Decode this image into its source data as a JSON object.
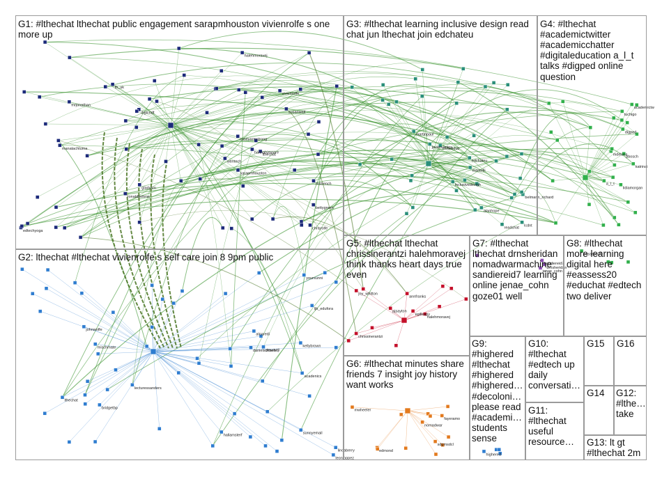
{
  "groups": [
    {
      "id": "G1",
      "label": "G1: #lthechat lthechat public engagement sarapmhouston vivienrolfe s one more up"
    },
    {
      "id": "G2",
      "label": "G2: lthechat #lthechat vivienrolfe s self care join 8 9pm public"
    },
    {
      "id": "G3",
      "label": "G3: #lthechat learning inclusive design read chat jun lthechat join edchateu"
    },
    {
      "id": "G4",
      "label": "G4: #lthechat #academictwitter #academicchatter #digitaleducation a_l_t talks #digped online question"
    },
    {
      "id": "G5",
      "label": "G5: #lthechat lthechat chrissinerantzi halehmoravej think thanks heart days true even"
    },
    {
      "id": "G6",
      "label": "G6: #lthechat minutes share friends 7 insight joy history want works"
    },
    {
      "id": "G7",
      "label": "G7: #lthechat lthechat drnsheridan nomadwarmachine sandiereid7 learning online jenae_cohn goze01 well"
    },
    {
      "id": "G8",
      "label": "G8: #lthechat more learning digital here #eassess20 #educhat #edtech two deliver"
    },
    {
      "id": "G9",
      "label": "G9: #highered #lthechat #highered #highered… #decoloni… please read #academi… students sense"
    },
    {
      "id": "G10",
      "label": "G10: #lthechat #edtech up daily conversati…"
    },
    {
      "id": "G11",
      "label": "G11: #lthechat useful resource…"
    },
    {
      "id": "G12",
      "label": "G12: #lthe… take"
    },
    {
      "id": "G13",
      "label": "G13: lt gt #lthechat 2m"
    },
    {
      "id": "G14",
      "label": "G14"
    },
    {
      "id": "G15",
      "label": "G15"
    },
    {
      "id": "G16",
      "label": "G16"
    }
  ],
  "node_labels": {
    "G1": [
      "edtechyoga",
      "tb_uk",
      "hannahjmoore",
      "ronaldbohme",
      "lthechat",
      "sarapmhouston",
      "vivienrolfe",
      "gladysm",
      "halehmoravej",
      "caseyarmstrong",
      "bettygreen",
      "manatachtuma",
      "mstrench",
      "wtmtech",
      "chrisrolfe",
      "digicraft",
      "susanwatt",
      "mrjonathan"
    ],
    "G2": [
      "lthechat",
      "yoursunni",
      "sunnyemail",
      "lindaberry",
      "stewartjl",
      "bridgetbp",
      "kellybrown",
      "mischmate",
      "acadenics",
      "lecturessanders",
      "aloaredi",
      "danielschaefer",
      "johnwolfe",
      "leonloppez",
      "hallamsterf",
      "ljb_edufora"
    ],
    "G3": [
      "belmann_richard",
      "edchateu",
      "martinpaul",
      "chrissidub",
      "inclusivedesign",
      "mantelli",
      "alanhope",
      "readchat",
      "javiersantos",
      "lcdnt"
    ],
    "G4": [
      "a_l_t",
      "digped",
      "academictw",
      "mdeluca",
      "lidiamorgan",
      "tuchigo",
      "katrinai",
      "pbosch"
    ],
    "G5": [
      "chrissinerantzi",
      "halehmoravej",
      "egillespy",
      "annfranks",
      "joy_whitton",
      "pjsayton"
    ],
    "G6": [
      "nomadwar",
      "mwheeler",
      "sdgmsdcl",
      "edmond",
      "fayeramo"
    ],
    "G7": [
      "drnsheridan",
      "sandiereid7",
      "jenae_cohn"
    ],
    "G8": [
      "eassess20"
    ],
    "G9": [
      "highered"
    ]
  },
  "colors": {
    "edge_g1": "#2a8a1e",
    "edge_g2": "#2f7dd0",
    "edge_dark": "#3d6b14",
    "node_g1": "#1c2a7a",
    "node_g2": "#2f7dd0",
    "node_g3": "#2a8f7a",
    "node_g4": "#32b04c",
    "node_g5": "#c4102a",
    "node_g6": "#e37a1e",
    "node_g10": "#8a4fb0",
    "border": "#9a9a9a"
  }
}
